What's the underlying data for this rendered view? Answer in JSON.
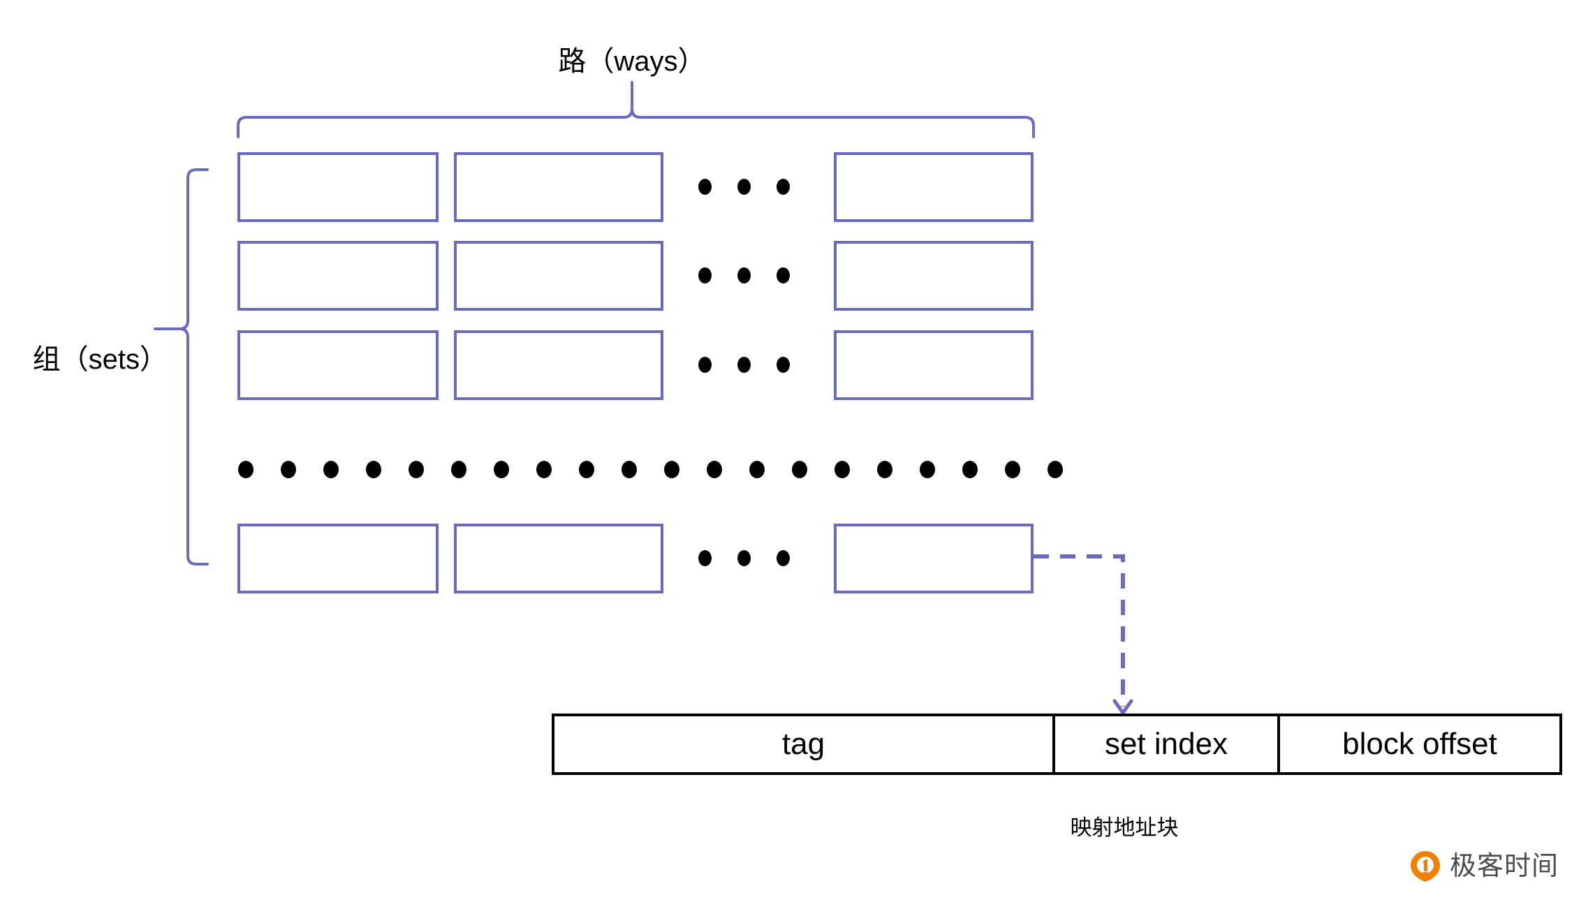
{
  "diagram": {
    "title_top": "路（ways）",
    "title_left": "组（sets）",
    "caption_bottom": "映射地址块"
  },
  "colors": {
    "cell_border": "#6a6ac0",
    "brace": "#6a6ac0",
    "arrow": "#6a6ac0",
    "address_border": "#000000",
    "dot": "#000000",
    "logo_orange": "#f08100",
    "logo_text": "#4c4c4c"
  },
  "cache_grid": {
    "rows": 4,
    "columns_shown": 3,
    "row_ellipsis_dots": 3,
    "grid_ellipsis_dots": 20,
    "cells": [
      [
        {
          "label": ""
        },
        {
          "label": ""
        },
        {
          "label": ""
        }
      ],
      [
        {
          "label": ""
        },
        {
          "label": ""
        },
        {
          "label": ""
        }
      ],
      [
        {
          "label": ""
        },
        {
          "label": ""
        },
        {
          "label": ""
        }
      ],
      [
        {
          "label": ""
        },
        {
          "label": ""
        },
        {
          "label": ""
        }
      ]
    ]
  },
  "address_block": {
    "fields": [
      {
        "name": "tag",
        "label": "tag"
      },
      {
        "name": "set-index",
        "label": "set index"
      },
      {
        "name": "block-offset",
        "label": "block offset"
      }
    ]
  },
  "watermark": {
    "text": "极客时间"
  }
}
